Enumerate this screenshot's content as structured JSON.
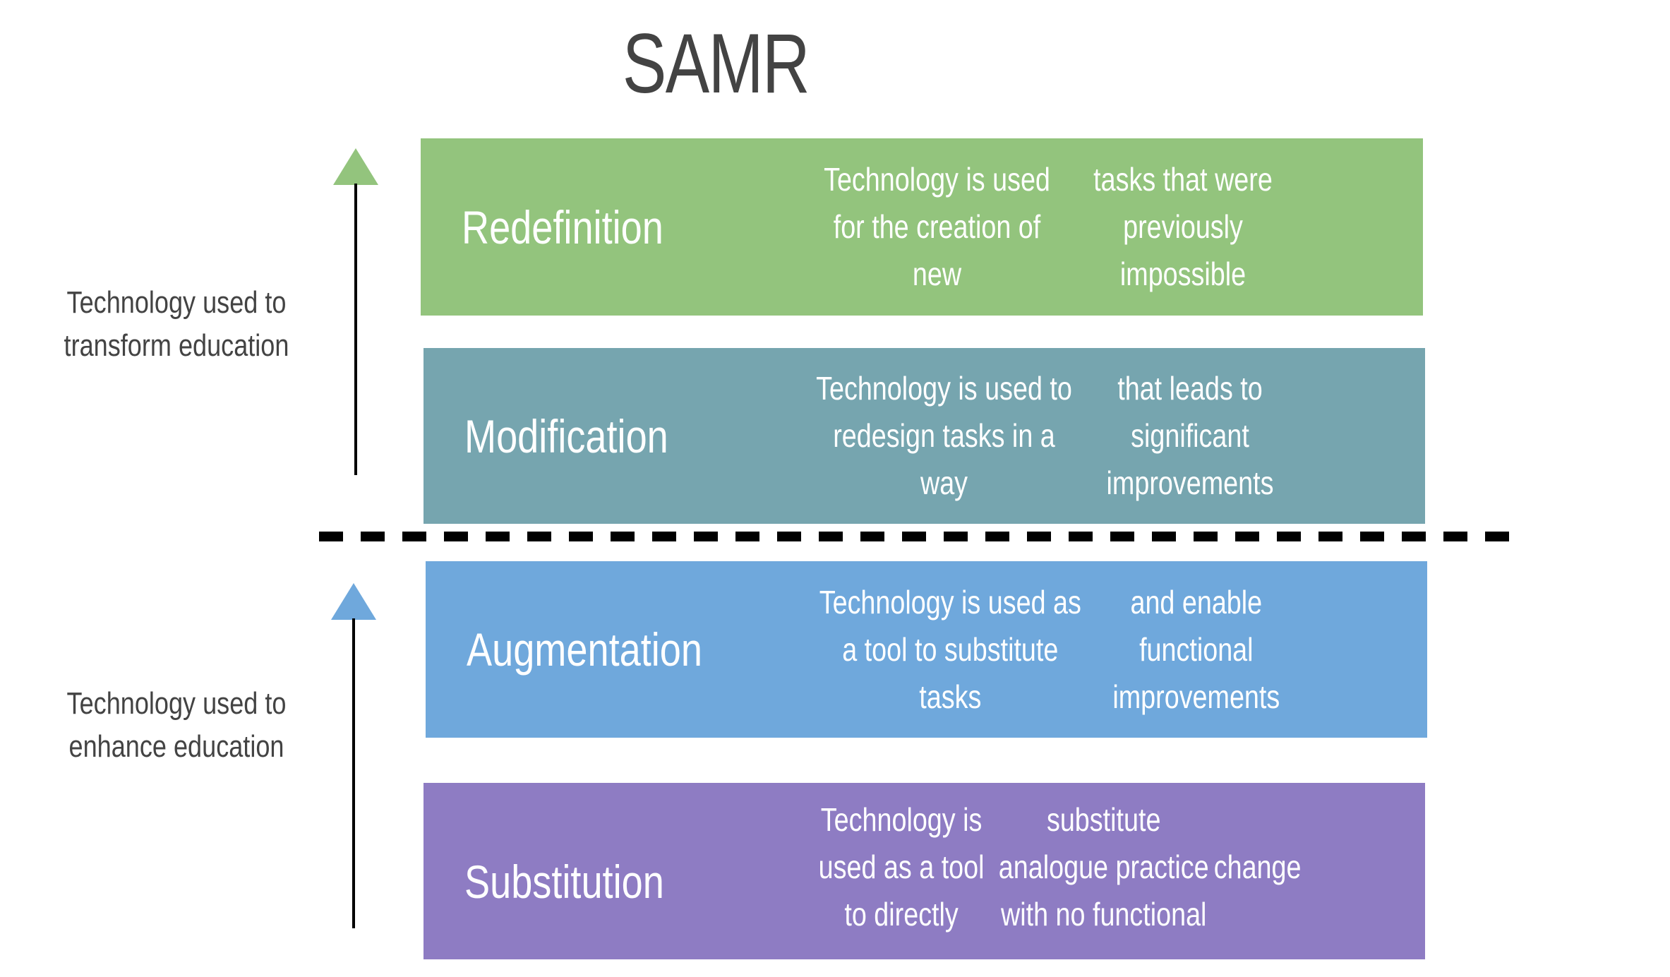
{
  "title": "SAMR",
  "colors": {
    "redefinition": "#93c47d",
    "modification": "#76a5af",
    "augmentation": "#6fa8dc",
    "substitution": "#8e7cc3",
    "upper_arrow": "#93c47d",
    "lower_arrow": "#6fa8dc",
    "text_dark": "#434343"
  },
  "levels": [
    {
      "name": "Redefinition",
      "description_lines": [
        "Technology is used for the creation of new",
        "tasks that were previously impossible"
      ]
    },
    {
      "name": "Modification",
      "description_lines": [
        "Technology is used to redesign tasks in a way",
        "that leads to significant improvements"
      ]
    },
    {
      "name": "Augmentation",
      "description_lines": [
        "Technology is used as a tool to substitute tasks",
        "and enable functional improvements"
      ]
    },
    {
      "name": "Substitution",
      "description_lines": [
        "Technology is used as a tool to directly",
        "substitute analogue practice with no functional",
        "change"
      ]
    }
  ],
  "side_labels": {
    "transform": [
      "Technology used to",
      "transform education"
    ],
    "enhance": [
      "Technology used to",
      "enhance education"
    ]
  }
}
